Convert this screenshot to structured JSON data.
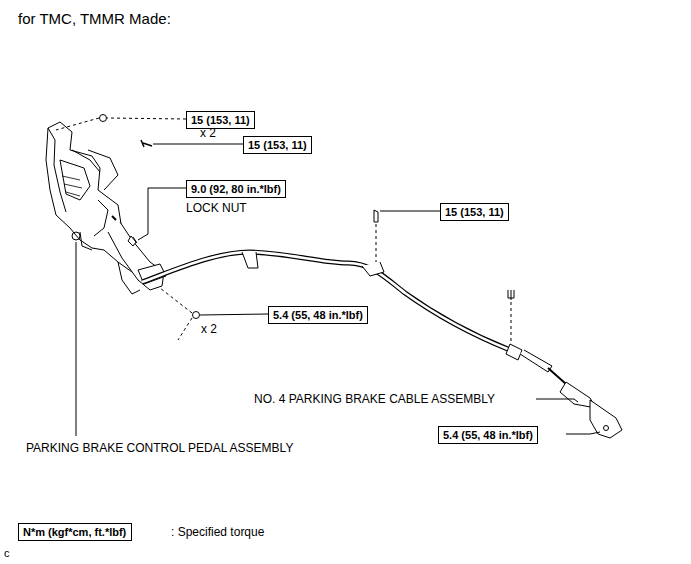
{
  "diagram": {
    "nodes": [
      {
        "text": [
          "15 (153, 11)"
        ]
      },
      {
        "text": [
          "15 (153, 11)"
        ]
      },
      {
        "text": [
          "9.0 (92, 80 in.*lbf)"
        ]
      },
      {
        "text": [
          "15 (153, 11)"
        ]
      },
      {
        "text": [
          "5.4 (55, 48 in.*lbf)"
        ]
      },
      {
        "text": [
          "5.4 (55, 48 in.*lbf)"
        ]
      },
      {
        "text": [
          "N*m (kgf*cm, ft.*lbf)"
        ]
      }
    ],
    "labels": [
      "for TMC, TMMR Made:",
      "x 2",
      "LOCK NUT",
      "x 2",
      "NO. 4 PARKING BRAKE CABLE ASSEMBLY",
      "PARKING BRAKE CONTROL PEDAL ASSEMBLY",
      ": Specified torque",
      "c"
    ]
  }
}
